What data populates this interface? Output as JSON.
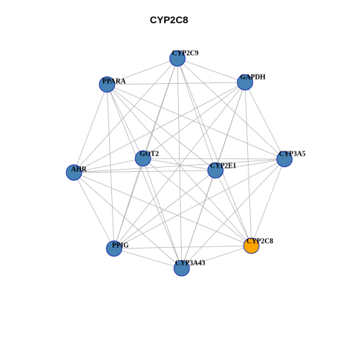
{
  "title": "CYP2C8",
  "colors": {
    "node_default": "#4682B4",
    "node_highlight": "#FFA500",
    "node_border": "#1a2db0",
    "edge": "#b3b3b3"
  },
  "nodes": [
    {
      "id": "CYP2C9",
      "label": "CYP2C9",
      "highlight": false
    },
    {
      "id": "PPARA",
      "label": "PPARA",
      "highlight": false
    },
    {
      "id": "GAPDH",
      "label": "GAPDH",
      "highlight": false
    },
    {
      "id": "GOT2",
      "label": "GOT2",
      "highlight": false
    },
    {
      "id": "CYP3A5",
      "label": "CYP3A5",
      "highlight": false
    },
    {
      "id": "AHR",
      "label": "AHR",
      "highlight": false
    },
    {
      "id": "CYP2E1",
      "label": "CYP2E1",
      "highlight": false
    },
    {
      "id": "CYP2C8",
      "label": "CYP2C8",
      "highlight": true
    },
    {
      "id": "PPIG",
      "label": "PPIG",
      "highlight": false
    },
    {
      "id": "CYP3A43",
      "label": "CYP3A43",
      "highlight": false
    }
  ],
  "edges": [
    [
      "CYP2C9",
      "PPARA"
    ],
    [
      "CYP2C9",
      "GAPDH"
    ],
    [
      "CYP2C9",
      "GOT2"
    ],
    [
      "CYP2C9",
      "CYP3A5"
    ],
    [
      "CYP2C9",
      "AHR"
    ],
    [
      "CYP2C9",
      "CYP2E1"
    ],
    [
      "CYP2C9",
      "CYP2C8"
    ],
    [
      "CYP2C9",
      "PPIG"
    ],
    [
      "CYP2C9",
      "CYP3A43"
    ],
    [
      "PPARA",
      "GAPDH"
    ],
    [
      "PPARA",
      "GOT2"
    ],
    [
      "PPARA",
      "CYP3A5"
    ],
    [
      "PPARA",
      "AHR"
    ],
    [
      "PPARA",
      "CYP2E1"
    ],
    [
      "PPARA",
      "CYP2C8"
    ],
    [
      "PPARA",
      "PPIG"
    ],
    [
      "PPARA",
      "CYP3A43"
    ],
    [
      "GAPDH",
      "GOT2"
    ],
    [
      "GAPDH",
      "CYP3A5"
    ],
    [
      "GAPDH",
      "AHR"
    ],
    [
      "GAPDH",
      "CYP2E1"
    ],
    [
      "GAPDH",
      "CYP2C8"
    ],
    [
      "GAPDH",
      "PPIG"
    ],
    [
      "GAPDH",
      "CYP3A43"
    ],
    [
      "GOT2",
      "CYP3A5"
    ],
    [
      "GOT2",
      "AHR"
    ],
    [
      "GOT2",
      "CYP2E1"
    ],
    [
      "GOT2",
      "CYP2C8"
    ],
    [
      "GOT2",
      "PPIG"
    ],
    [
      "GOT2",
      "CYP3A43"
    ],
    [
      "CYP3A5",
      "AHR"
    ],
    [
      "CYP3A5",
      "CYP2E1"
    ],
    [
      "CYP3A5",
      "CYP2C8"
    ],
    [
      "CYP3A5",
      "PPIG"
    ],
    [
      "CYP3A5",
      "CYP3A43"
    ],
    [
      "AHR",
      "CYP2E1"
    ],
    [
      "AHR",
      "CYP2C8"
    ],
    [
      "AHR",
      "PPIG"
    ],
    [
      "AHR",
      "CYP3A43"
    ],
    [
      "CYP2E1",
      "CYP2C8"
    ],
    [
      "CYP2E1",
      "PPIG"
    ],
    [
      "CYP2E1",
      "CYP3A43"
    ],
    [
      "CYP2C8",
      "PPIG"
    ],
    [
      "CYP2C8",
      "CYP3A43"
    ],
    [
      "PPIG",
      "CYP3A43"
    ]
  ]
}
